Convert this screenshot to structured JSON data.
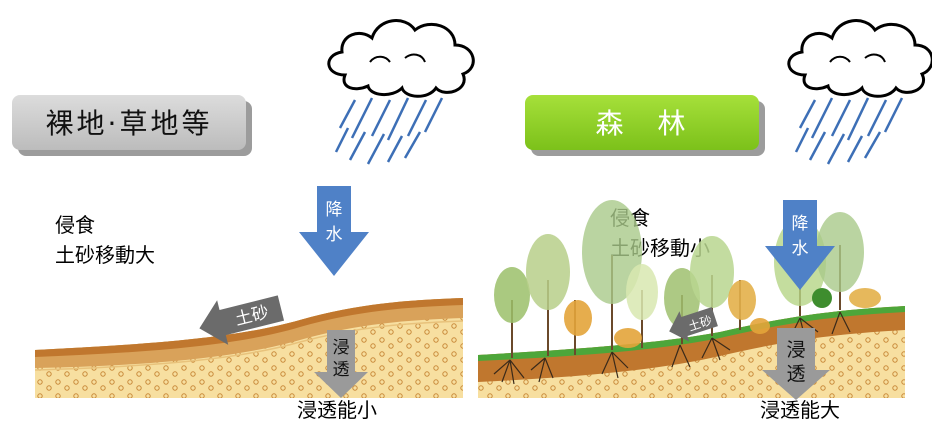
{
  "left_panel": {
    "title": "裸地·草地等",
    "erosion_line1": "侵食",
    "erosion_line2": "土砂移動大",
    "rain_arrow_line1": "降",
    "rain_arrow_line2": "水",
    "sediment_arrow": "土砂",
    "infiltration_line1": "浸",
    "infiltration_line2": "透",
    "infiltration_caption": "浸透能小"
  },
  "right_panel": {
    "title": "森　林",
    "erosion_line1": "侵食",
    "erosion_line2": "土砂移動小",
    "rain_arrow_line1": "降",
    "rain_arrow_line2": "水",
    "sediment_arrow": "土砂",
    "infiltration_line1": "浸",
    "infiltration_line2": "透",
    "infiltration_caption": "浸透能大"
  },
  "colors": {
    "bare_badge": "#c9c9c9",
    "forest_badge": "#8dd12a",
    "rain_arrow": "#4f81c7",
    "sediment_arrow": "#6b6b6b",
    "infiltration_arrow": "#9a9a9a",
    "topsoil": "#c0772e",
    "subsoil": "#f7dfa0",
    "grass": "#4da63a"
  },
  "icons": [
    "rain-cloud-icon",
    "rain-cloud-icon"
  ]
}
